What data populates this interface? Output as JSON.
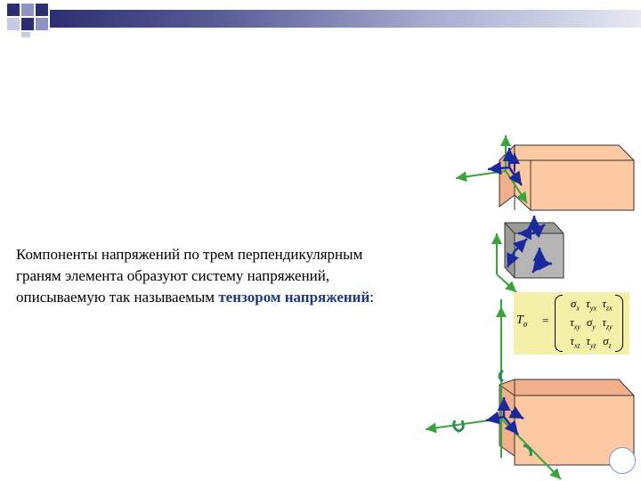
{
  "colors": {
    "accent_dark": "#2c2e73",
    "box_fill": "#fcc9a3",
    "cube_fill": "#b5b5b5",
    "normal_arrow": "#3aa33a",
    "stress_arrow": "#1a2a9c",
    "matrix_bg": "#f5f0a8",
    "highlight_text": "#1f3a7a"
  },
  "caption": {
    "line1": "Компоненты напряжений по трем перпендикулярным",
    "line2": "граням элемента образуют систему напряжений,",
    "line3_prefix": "описываемую так называемым ",
    "line3_highlight": "тензором напряжений",
    "line3_suffix": ":"
  },
  "tensor": {
    "lhs_symbol": "T",
    "lhs_sub": "σ",
    "equals": "=",
    "cells": [
      [
        "σ",
        "x",
        "τ",
        "yx",
        "τ",
        "zx"
      ],
      [
        "τ",
        "xy",
        "σ",
        "y",
        "τ",
        "zy"
      ],
      [
        "τ",
        "xz",
        "τ",
        "yz",
        "σ",
        "z"
      ]
    ]
  },
  "icons": [
    "corner-squares-icon",
    "circle-nav-icon",
    "moment-arrow-icon"
  ]
}
